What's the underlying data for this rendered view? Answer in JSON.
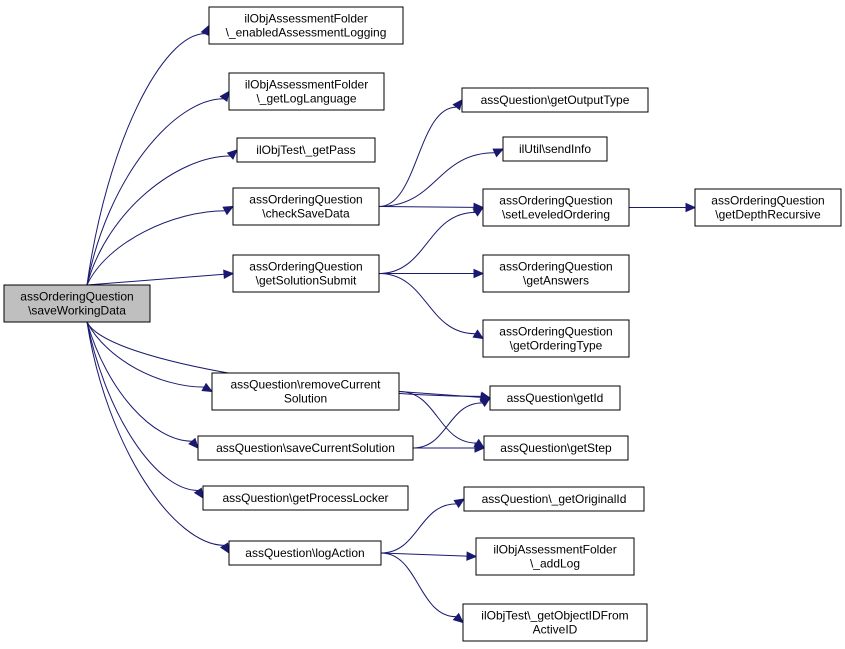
{
  "colors": {
    "edge": "#191970",
    "root_fill": "#bfbfbf",
    "node_fill": "#ffffff",
    "border": "#000000"
  },
  "nodes": [
    {
      "id": "root",
      "lines": [
        "assOrderingQuestion",
        "\\saveWorkingData"
      ]
    },
    {
      "id": "enabledLogging",
      "lines": [
        "ilObjAssessmentFolder",
        "\\_enabledAssessmentLogging"
      ]
    },
    {
      "id": "getLogLanguage",
      "lines": [
        "ilObjAssessmentFolder",
        "\\_getLogLanguage"
      ]
    },
    {
      "id": "getPass",
      "lines": [
        "ilObjTest\\_getPass"
      ]
    },
    {
      "id": "checkSaveData",
      "lines": [
        "assOrderingQuestion",
        "\\checkSaveData"
      ]
    },
    {
      "id": "getSolutionSubmit",
      "lines": [
        "assOrderingQuestion",
        "\\getSolutionSubmit"
      ]
    },
    {
      "id": "removeCurrentSolution",
      "lines": [
        "assQuestion\\removeCurrent",
        "Solution"
      ]
    },
    {
      "id": "saveCurrentSolution",
      "lines": [
        "assQuestion\\saveCurrentSolution"
      ]
    },
    {
      "id": "getProcessLocker",
      "lines": [
        "assQuestion\\getProcessLocker"
      ]
    },
    {
      "id": "logAction",
      "lines": [
        "assQuestion\\logAction"
      ]
    },
    {
      "id": "getOutputType",
      "lines": [
        "assQuestion\\getOutputType"
      ]
    },
    {
      "id": "sendInfo",
      "lines": [
        "ilUtil\\sendInfo"
      ]
    },
    {
      "id": "setLeveledOrdering",
      "lines": [
        "assOrderingQuestion",
        "\\setLeveledOrdering"
      ]
    },
    {
      "id": "getAnswers",
      "lines": [
        "assOrderingQuestion",
        "\\getAnswers"
      ]
    },
    {
      "id": "getOrderingType",
      "lines": [
        "assOrderingQuestion",
        "\\getOrderingType"
      ]
    },
    {
      "id": "getId",
      "lines": [
        "assQuestion\\getId"
      ]
    },
    {
      "id": "getStep",
      "lines": [
        "assQuestion\\getStep"
      ]
    },
    {
      "id": "getOriginalId",
      "lines": [
        "assQuestion\\_getOriginalId"
      ]
    },
    {
      "id": "addLog",
      "lines": [
        "ilObjAssessmentFolder",
        "\\_addLog"
      ]
    },
    {
      "id": "getObjectIDFromActiveID",
      "lines": [
        "ilObjTest\\_getObjectIDFrom",
        "ActiveID"
      ]
    },
    {
      "id": "getDepthRecursive",
      "lines": [
        "assOrderingQuestion",
        "\\getDepthRecursive"
      ]
    }
  ],
  "edges": [
    {
      "from": "root",
      "to": "enabledLogging"
    },
    {
      "from": "root",
      "to": "getLogLanguage"
    },
    {
      "from": "root",
      "to": "getPass"
    },
    {
      "from": "root",
      "to": "checkSaveData"
    },
    {
      "from": "root",
      "to": "getSolutionSubmit"
    },
    {
      "from": "root",
      "to": "getId"
    },
    {
      "from": "root",
      "to": "removeCurrentSolution"
    },
    {
      "from": "root",
      "to": "saveCurrentSolution"
    },
    {
      "from": "root",
      "to": "getProcessLocker"
    },
    {
      "from": "root",
      "to": "logAction"
    },
    {
      "from": "checkSaveData",
      "to": "getOutputType"
    },
    {
      "from": "checkSaveData",
      "to": "sendInfo"
    },
    {
      "from": "checkSaveData",
      "to": "setLeveledOrdering"
    },
    {
      "from": "getSolutionSubmit",
      "to": "setLeveledOrdering"
    },
    {
      "from": "getSolutionSubmit",
      "to": "getAnswers"
    },
    {
      "from": "getSolutionSubmit",
      "to": "getOrderingType"
    },
    {
      "from": "setLeveledOrdering",
      "to": "getDepthRecursive"
    },
    {
      "from": "removeCurrentSolution",
      "to": "getId"
    },
    {
      "from": "removeCurrentSolution",
      "to": "getStep"
    },
    {
      "from": "saveCurrentSolution",
      "to": "getId"
    },
    {
      "from": "saveCurrentSolution",
      "to": "getStep"
    },
    {
      "from": "logAction",
      "to": "getOriginalId"
    },
    {
      "from": "logAction",
      "to": "addLog"
    },
    {
      "from": "logAction",
      "to": "getObjectIDFromActiveID"
    }
  ]
}
